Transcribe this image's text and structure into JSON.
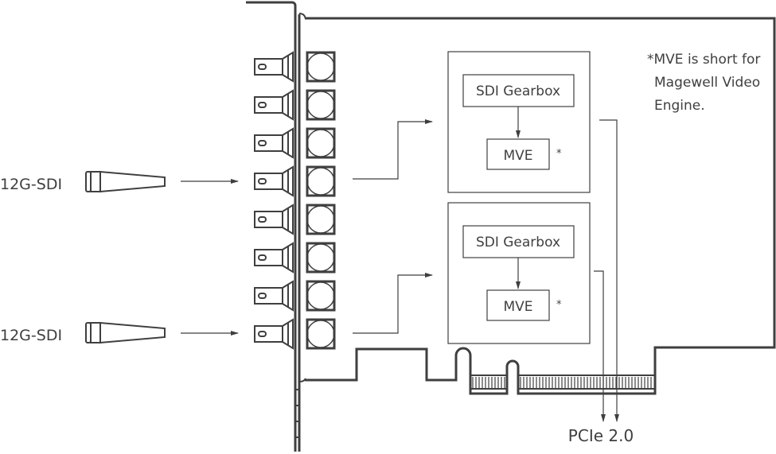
{
  "diagram": {
    "inputs": [
      {
        "label": "12G-SDI"
      },
      {
        "label": "12G-SDI"
      }
    ],
    "blocks": [
      {
        "gearbox_label": "SDI Gearbox",
        "engine_label": "MVE",
        "engine_note_mark": "*"
      },
      {
        "gearbox_label": "SDI Gearbox",
        "engine_label": "MVE",
        "engine_note_mark": "*"
      }
    ],
    "footnote": {
      "lines": [
        "*MVE is short for",
        "Magewell Video",
        "Engine."
      ]
    },
    "bus_label": "PCIe 2.0",
    "bnc_port_count": 8,
    "colors": {
      "line": "#3f3f3f",
      "text": "#3f3f3f",
      "background": "#ffffff"
    }
  }
}
